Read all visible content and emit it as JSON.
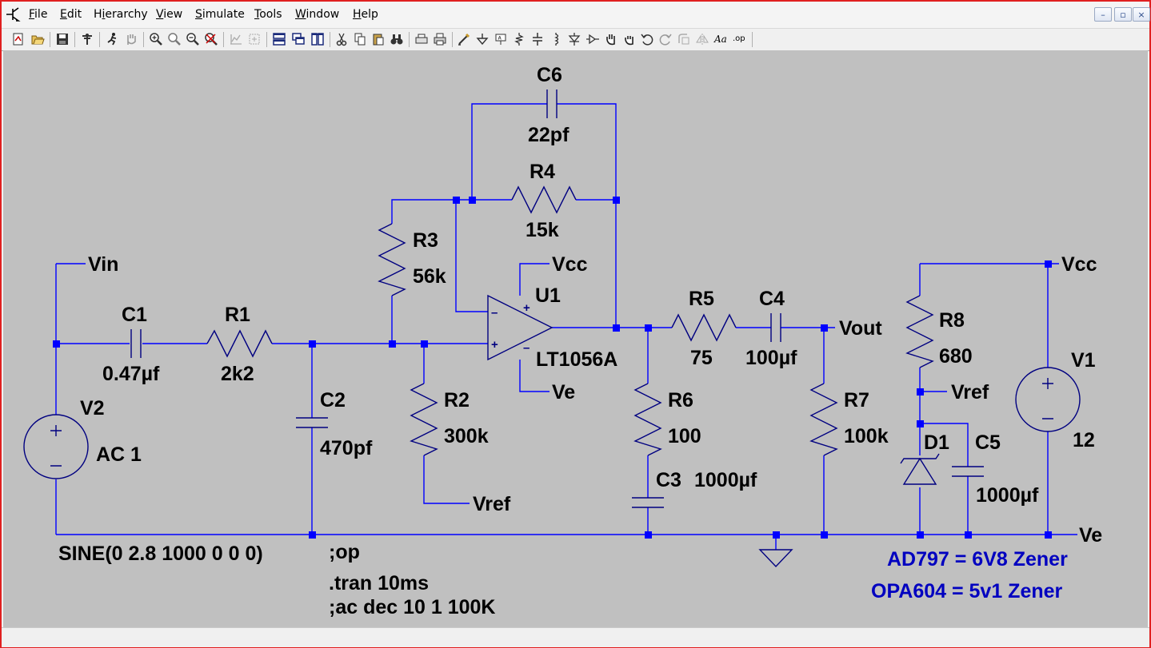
{
  "menu": {
    "items": [
      "File",
      "Edit",
      "Hierarchy",
      "View",
      "Simulate",
      "Tools",
      "Window",
      "Help"
    ],
    "mnemonics": [
      "F",
      "E",
      "i",
      "V",
      "S",
      "T",
      "W",
      "H"
    ]
  },
  "window_controls": {
    "minimize": "–",
    "restore": "▫",
    "close": "×"
  },
  "toolbar_icons": [
    "new-schematic-icon",
    "open-icon",
    "save-icon",
    "control-panel-icon",
    "run-icon",
    "halt-icon",
    "zoom-in-icon",
    "zoom-pan-icon",
    "zoom-out-icon",
    "zoom-fit-icon",
    "autorange-icon",
    "pick-visible-icon",
    "tile-horizontal-icon",
    "cascade-icon",
    "tile-vertical-icon",
    "cut-icon",
    "copy-icon",
    "paste-icon",
    "find-icon",
    "print-setup-icon",
    "print-icon",
    "draw-wire-icon",
    "ground-icon",
    "label-net-icon",
    "resistor-icon",
    "capacitor-icon",
    "inductor-icon",
    "diode-icon",
    "component-icon",
    "move-icon",
    "drag-icon",
    "undo-icon",
    "redo-icon",
    "rotate-icon",
    "mirror-icon",
    "text-icon",
    "spice-directive-icon"
  ],
  "toolbar_text": {
    "text_tool": "Aa",
    "spice_tool": ".op"
  },
  "components": {
    "C6": {
      "ref": "C6",
      "value": "22pf"
    },
    "R4": {
      "ref": "R4",
      "value": "15k"
    },
    "R3": {
      "ref": "R3",
      "value": "56k"
    },
    "U1": {
      "ref": "U1",
      "value": "LT1056A"
    },
    "C1": {
      "ref": "C1",
      "value": "0.47µf"
    },
    "R1": {
      "ref": "R1",
      "value": "2k2"
    },
    "C2": {
      "ref": "C2",
      "value": "470pf"
    },
    "R2": {
      "ref": "R2",
      "value": "300k"
    },
    "R5": {
      "ref": "R5",
      "value": "75"
    },
    "C4": {
      "ref": "C4",
      "value": "100µf"
    },
    "R6": {
      "ref": "R6",
      "value": "100"
    },
    "C3": {
      "ref": "C3",
      "value": "1000µf"
    },
    "R7": {
      "ref": "R7",
      "value": "100k"
    },
    "R8": {
      "ref": "R8",
      "value": "680"
    },
    "D1": {
      "ref": "D1"
    },
    "C5": {
      "ref": "C5",
      "value": "1000µf"
    },
    "V1": {
      "ref": "V1",
      "value": "12"
    },
    "V2": {
      "ref": "V2",
      "value": "AC 1"
    }
  },
  "net_labels": {
    "vin": "Vin",
    "vcc_opamp": "Vcc",
    "ve_opamp": "Ve",
    "vref_r2": "Vref",
    "vout": "Vout",
    "vcc_supply": "Vcc",
    "vref_zener": "Vref",
    "ve_rail": "Ve"
  },
  "opamp_pins": {
    "plus_supply": "+",
    "minus_supply": "–",
    "inv": "–",
    "noninv": "+"
  },
  "directives": {
    "source": "SINE(0 2.8 1000 0 0 0)",
    "op": ";op",
    "tran": ".tran 10ms",
    "ac": ";ac dec 10 1 100K"
  },
  "comments": {
    "line1": "AD797 = 6V8 Zener",
    "line2": "OPA604 = 5v1 Zener"
  },
  "colors": {
    "schematic_bg": "#c0c0c0",
    "wire": "#0000ff",
    "component": "#000080",
    "junction": "#0000ff",
    "text": "#000000",
    "comment": "#0000c0",
    "frame": "#e02020"
  }
}
